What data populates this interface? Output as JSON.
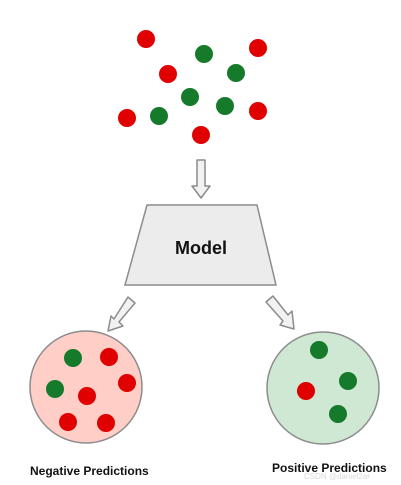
{
  "colors": {
    "red_dot": "#e00000",
    "green_dot": "#157a2a",
    "negative_fill": "#ffcfc7",
    "positive_fill": "#cfe8d3",
    "model_fill": "#ececec",
    "outline": "#8c8c8c"
  },
  "model": {
    "label": "Model"
  },
  "captions": {
    "negative": "Negative Predictions",
    "positive": "Positive Predictions"
  },
  "watermark": "CSDN @daniel2ar"
}
